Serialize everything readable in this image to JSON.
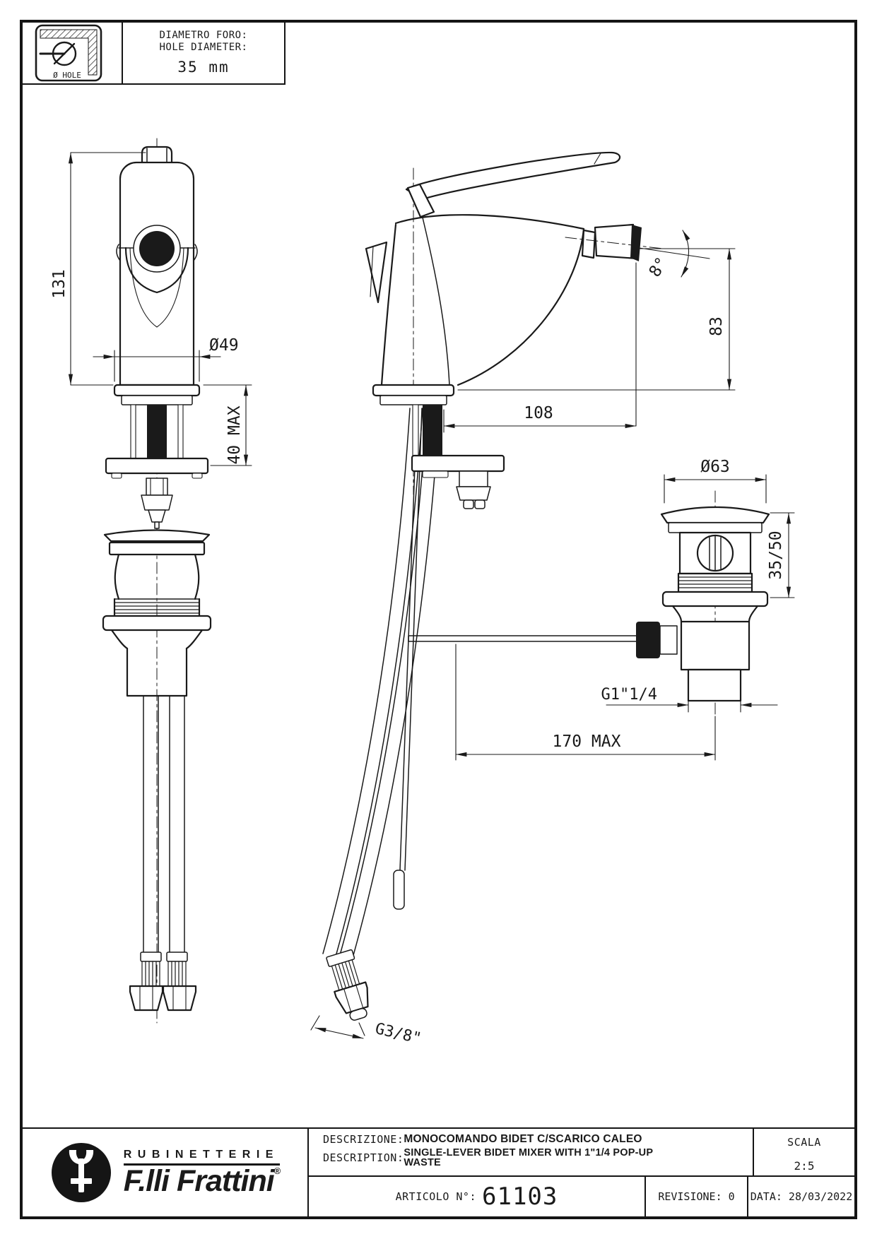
{
  "colors": {
    "ink": "#1a1a1a",
    "paper": "#ffffff"
  },
  "hole_info": {
    "icon_label": "Ø HOLE",
    "label_it": "DIAMETRO FORO:",
    "label_en": "HOLE DIAMETER:",
    "value": "35 mm"
  },
  "drawing": {
    "dims": {
      "height": "131",
      "base_diameter": "Ø49",
      "deck_max": "40 MAX",
      "spout_reach": "108",
      "spout_height": "83",
      "spout_angle": "8°",
      "waste_diameter": "Ø63",
      "waste_depth": "35/50",
      "waste_thread": "G1\"1/4",
      "reach_max": "170 MAX",
      "hose_thread": "G3/8\""
    }
  },
  "title_block": {
    "brand": {
      "top": "RUBINETTERIE",
      "name": "F.lli Frattini",
      "reg": "®"
    },
    "descrizione_label": "DESCRIZIONE:",
    "descrizione_value": "MONOCOMANDO BIDET C/SCARICO CALEO",
    "description_label": "DESCRIPTION:",
    "description_value": "SINGLE-LEVER BIDET MIXER WITH 1\"1/4 POP-UP WASTE",
    "scala_label": "SCALA",
    "scala_value": "2:5",
    "articolo_label": "ARTICOLO N°:",
    "articolo_value": "61103",
    "revisione": "REVISIONE: 0",
    "data": "DATA: 28/03/2022"
  }
}
